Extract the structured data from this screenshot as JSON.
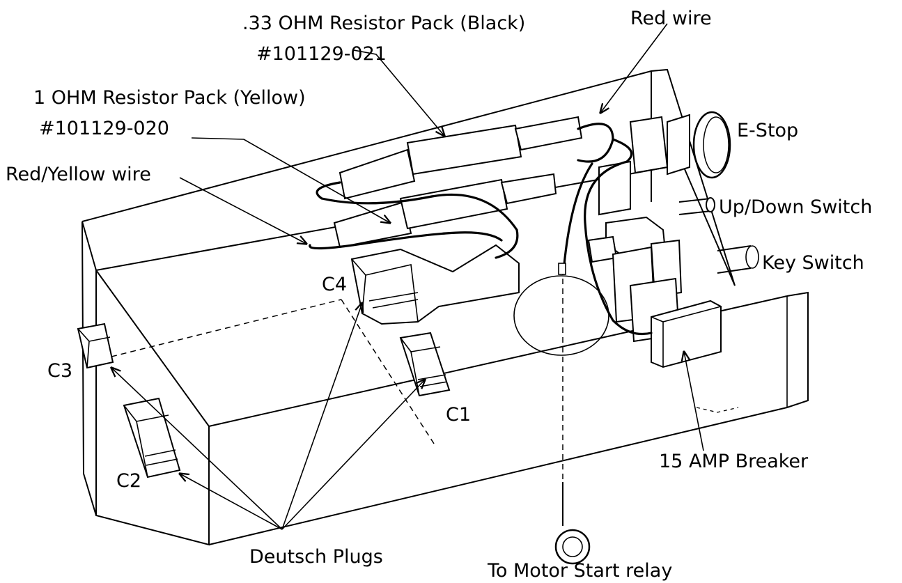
{
  "labels": {
    "resistor_033_name": ".33 OHM Resistor Pack (Black)",
    "resistor_033_part": "#101129-021",
    "resistor_1_name": "1 OHM Resistor Pack (Yellow)",
    "resistor_1_part": "#101129-020",
    "red_yellow_wire": "Red/Yellow wire",
    "red_wire": "Red wire",
    "e_stop": "E-Stop",
    "up_down_switch": "Up/Down Switch",
    "key_switch": "Key Switch",
    "c4": "C4",
    "c3": "C3",
    "c2": "C2",
    "c1": "C1",
    "breaker": "15 AMP Breaker",
    "deutsch_plugs": "Deutsch Plugs",
    "motor_start": "To Motor Start relay"
  }
}
